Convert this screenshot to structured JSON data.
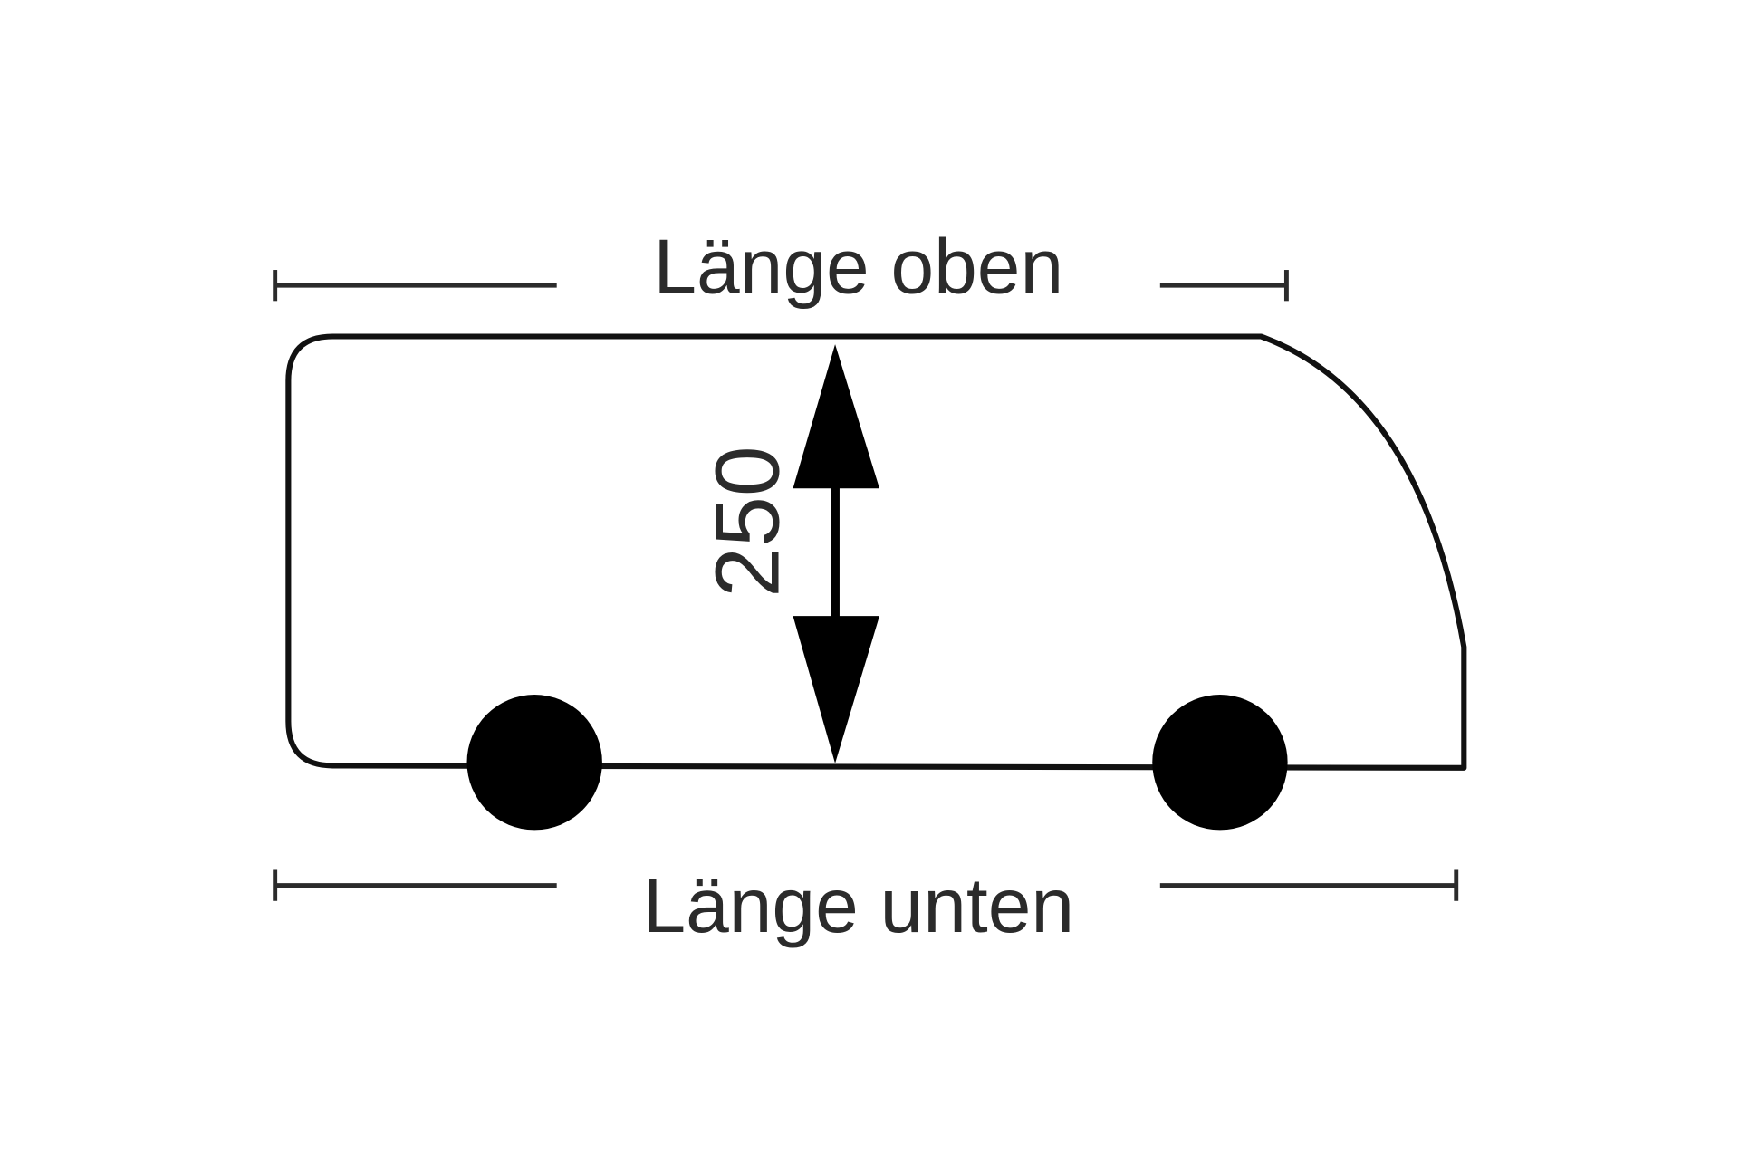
{
  "diagram": {
    "title_top": "Länge oben",
    "title_bottom": "Länge unten",
    "height_value": "250",
    "colors": {
      "line": "#111111",
      "text": "#2b2b2b",
      "background": "#ffffff"
    }
  }
}
